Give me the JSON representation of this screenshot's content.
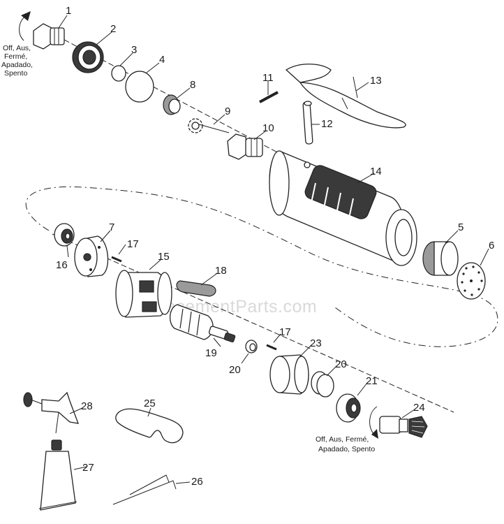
{
  "watermark": "eReplacementParts.com",
  "notes": {
    "top_left": [
      "Off, Aus,",
      "Fermé,",
      "Apadado,",
      "Spento"
    ],
    "bottom_right": [
      "Off, Aus, Fermé,",
      "Apadado, Spento"
    ]
  },
  "callouts": [
    {
      "id": "c1",
      "label": "1"
    },
    {
      "id": "c2",
      "label": "2"
    },
    {
      "id": "c3",
      "label": "3"
    },
    {
      "id": "c4",
      "label": "4"
    },
    {
      "id": "c5",
      "label": "5"
    },
    {
      "id": "c6",
      "label": "6"
    },
    {
      "id": "c7",
      "label": "7"
    },
    {
      "id": "c8",
      "label": "8"
    },
    {
      "id": "c9",
      "label": "9"
    },
    {
      "id": "c10",
      "label": "10"
    },
    {
      "id": "c11",
      "label": "11"
    },
    {
      "id": "c12",
      "label": "12"
    },
    {
      "id": "c13",
      "label": "13"
    },
    {
      "id": "c14",
      "label": "14"
    },
    {
      "id": "c15",
      "label": "15"
    },
    {
      "id": "c16",
      "label": "16"
    },
    {
      "id": "c17a",
      "label": "17"
    },
    {
      "id": "c17b",
      "label": "17"
    },
    {
      "id": "c18",
      "label": "18"
    },
    {
      "id": "c19",
      "label": "19"
    },
    {
      "id": "c20a",
      "label": "20"
    },
    {
      "id": "c20b",
      "label": "20"
    },
    {
      "id": "c21",
      "label": "21"
    },
    {
      "id": "c23",
      "label": "23"
    },
    {
      "id": "c24",
      "label": "24"
    },
    {
      "id": "c25",
      "label": "25"
    },
    {
      "id": "c26",
      "label": "26"
    },
    {
      "id": "c27",
      "label": "27"
    },
    {
      "id": "c28",
      "label": "28"
    }
  ]
}
